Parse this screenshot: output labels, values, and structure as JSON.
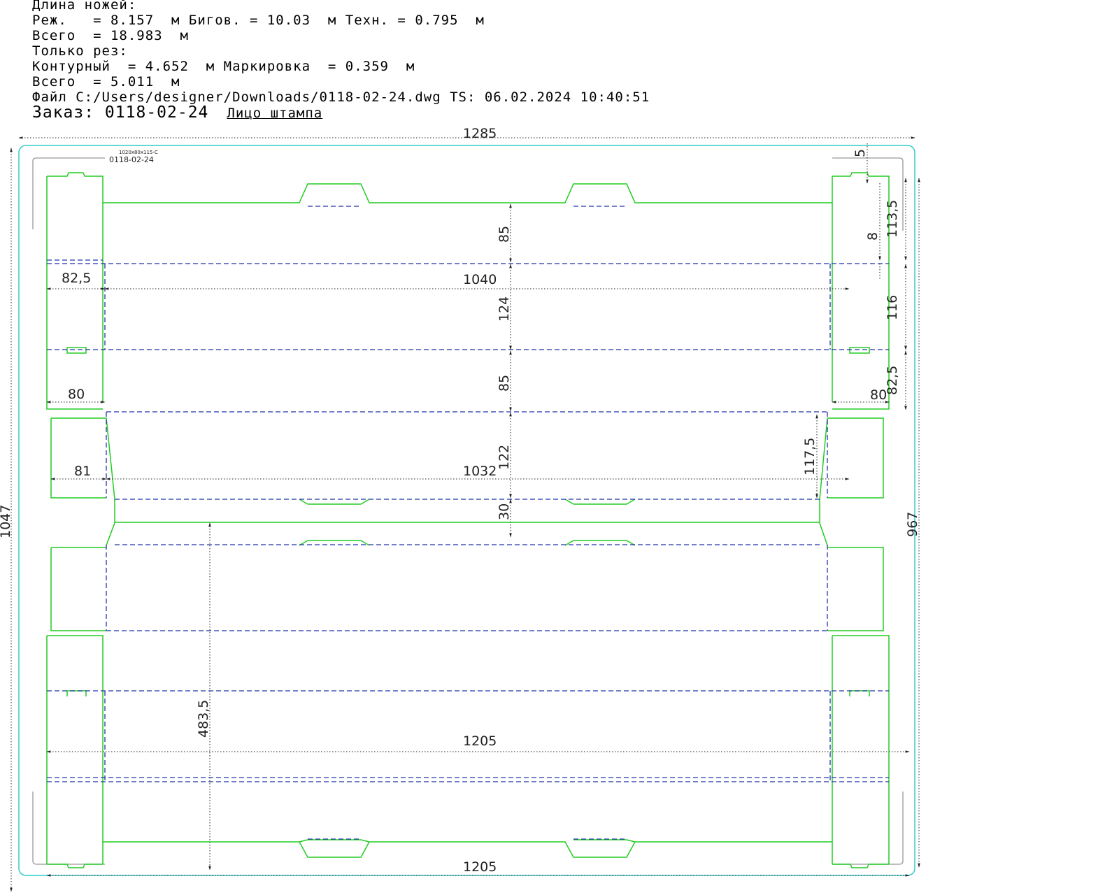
{
  "header": {
    "knife_length_label": "Длина ножей:",
    "line_totals": "Реж.   = 8.157  м Бигов. = 10.03  м Техн. = 0.795  м",
    "line_total": "Всего  = 18.983  м",
    "cut_only_label": "Только рез:",
    "line_contour": "Контурный  = 4.652  м Маркировка  = 0.359  м",
    "line_cut_total": "Всего  = 5.011  м",
    "file_line": "Файл C:/Users/designer/Downloads/0118-02-24.dwg TS: 06.02.2024 10:40:51",
    "order_label": "Заказ: 0118-02-24",
    "face_label": "Лицо штампа"
  },
  "stamp": {
    "line1": "1020x80x115-C",
    "line2": "0118-02-24"
  },
  "dimensions": {
    "overall_width": "1285",
    "overall_height": "1047",
    "inner_height": "967",
    "top_margin": "5",
    "top_flap": "85",
    "panel_1": "124",
    "panel_2": "85",
    "panel_3": "122",
    "strip": "30",
    "bottom_depth": "483,5",
    "side_flap_height_1": "113,5",
    "side_gap": "8",
    "side_flap_height_2": "116",
    "side_flap_height_3": "82,5",
    "left_flap_width_1": "82,5",
    "left_flap_width_2": "80",
    "right_flap_width": "80",
    "left_flap_width_3": "81",
    "inner_width_1": "1040",
    "inner_width_2": "1032",
    "right_depth": "117,5",
    "blank_width_1": "1205",
    "blank_width_2": "1205"
  },
  "colors": {
    "cut": "#22cc22",
    "crease": "#2233aa",
    "frame": "#33cccc",
    "dimension": "#222222",
    "rule_edge": "#999999"
  }
}
